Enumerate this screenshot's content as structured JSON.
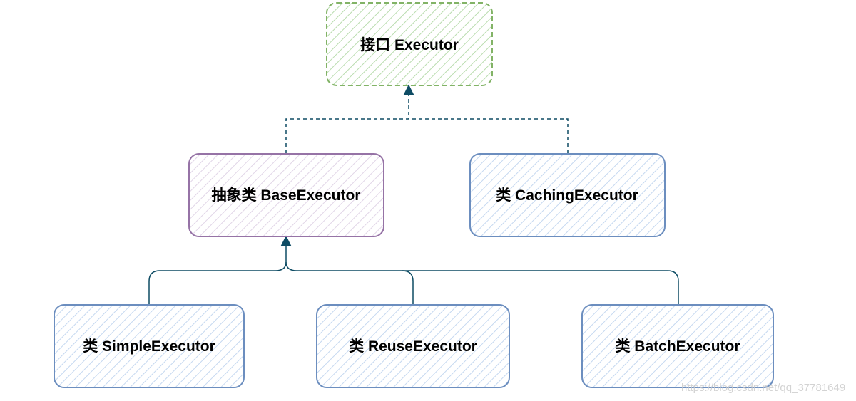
{
  "nodes": {
    "executor": {
      "label": "接口 Executor",
      "kind": "interface",
      "stroke": "#82b366",
      "fill": "#b9dcae"
    },
    "base": {
      "label": "抽象类 BaseExecutor",
      "kind": "abstract",
      "stroke": "#9673a6",
      "fill": "#e1d5e7"
    },
    "caching": {
      "label": "类 CachingExecutor",
      "kind": "class",
      "stroke": "#6c8ebf",
      "fill": "#c5d8f0"
    },
    "simple": {
      "label": "类 SimpleExecutor",
      "kind": "class",
      "stroke": "#6c8ebf",
      "fill": "#c5d8f0"
    },
    "reuse": {
      "label": "类 ReuseExecutor",
      "kind": "class",
      "stroke": "#6c8ebf",
      "fill": "#c5d8f0"
    },
    "batch": {
      "label": "类 BatchExecutor",
      "kind": "class",
      "stroke": "#6c8ebf",
      "fill": "#c5d8f0"
    }
  },
  "edges": [
    {
      "from": "base",
      "to": "executor",
      "style": "dashed"
    },
    {
      "from": "caching",
      "to": "executor",
      "style": "dashed"
    },
    {
      "from": "simple",
      "to": "base",
      "style": "solid"
    },
    {
      "from": "reuse",
      "to": "base",
      "style": "solid"
    },
    {
      "from": "batch",
      "to": "base",
      "style": "solid"
    }
  ],
  "edge_color": "#0e4c64",
  "watermark": "https://blog.csdn.net/qq_37781649"
}
